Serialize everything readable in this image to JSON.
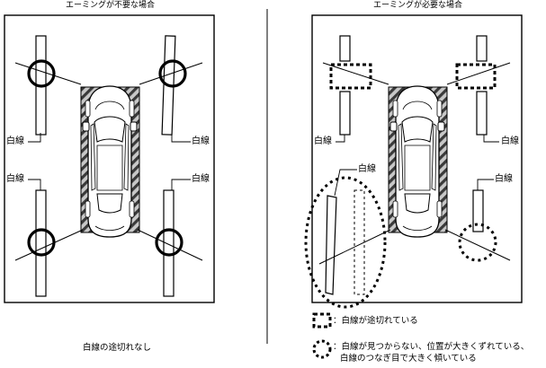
{
  "left_panel": {
    "title": "エーミングが不要な場合",
    "caption": "白線の途切れなし",
    "line_labels": [
      "白線",
      "白線",
      "白線",
      "白線"
    ]
  },
  "right_panel": {
    "title": "エーミングが必要な場合",
    "line_labels": [
      "白線",
      "白線",
      "白線",
      "白線"
    ]
  },
  "legend": {
    "square_text": "：白線が途切れている",
    "circle_text_line1": "：白線が見つからない、位置が大きくずれている、",
    "circle_text_line2": "白線のつなぎ目で大きく傾いている"
  }
}
